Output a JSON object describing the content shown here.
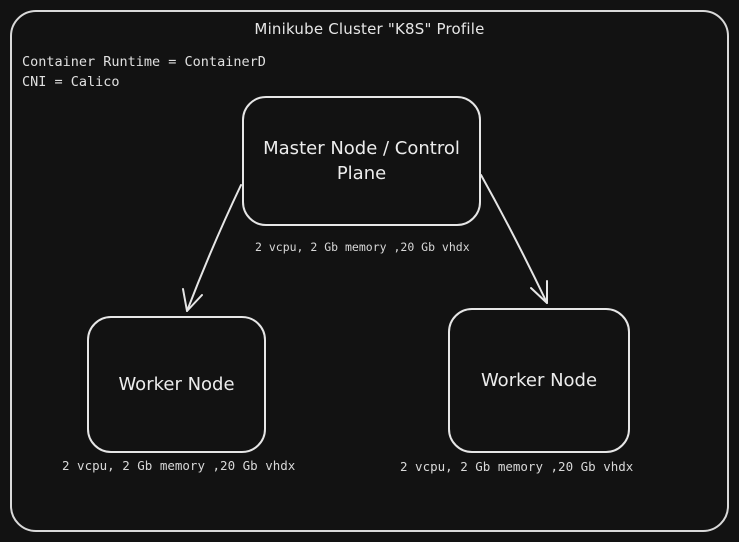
{
  "cluster": {
    "title": "Minikube Cluster \"K8S\" Profile",
    "container_runtime": "Container Runtime = ContainerD",
    "cni": "CNI = Calico"
  },
  "nodes": {
    "master": {
      "label": "Master Node / Control Plane",
      "spec": "2 vcpu, 2 Gb memory ,20 Gb vhdx"
    },
    "worker_left": {
      "label": "Worker Node",
      "spec": "2 vcpu, 2 Gb memory ,20 Gb vhdx"
    },
    "worker_right": {
      "label": "Worker Node",
      "spec": "2 vcpu, 2 Gb memory ,20 Gb vhdx"
    }
  },
  "edges": [
    {
      "from": "master",
      "to": "worker_left"
    },
    {
      "from": "master",
      "to": "worker_right"
    }
  ],
  "colors": {
    "background": "#121212",
    "stroke": "#e6e6e6"
  }
}
